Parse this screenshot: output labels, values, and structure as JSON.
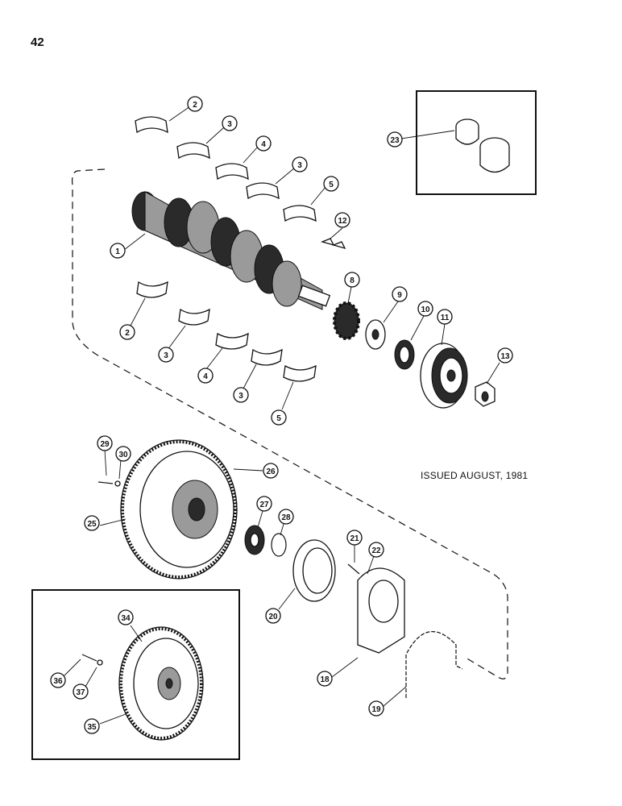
{
  "page_number": "42",
  "issued_note": "ISSUED AUGUST, 1981",
  "callouts": [
    "1",
    "2",
    "3",
    "4",
    "3",
    "5",
    "12",
    "2",
    "3",
    "4",
    "3",
    "5",
    "8",
    "9",
    "10",
    "11",
    "13",
    "23",
    "29",
    "30",
    "26",
    "25",
    "27",
    "28",
    "21",
    "22",
    "20",
    "18",
    "19",
    "34",
    "36",
    "37",
    "35"
  ]
}
